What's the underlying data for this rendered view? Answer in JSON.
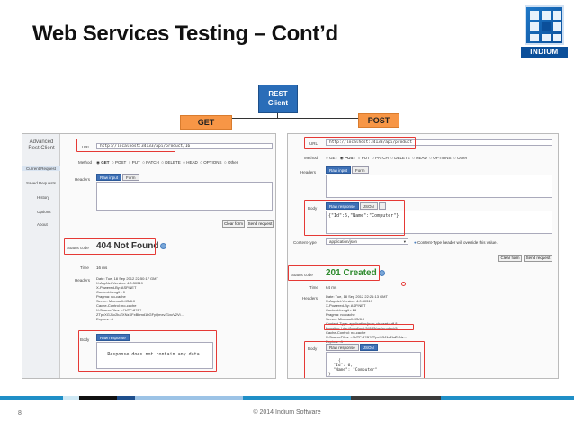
{
  "slide": {
    "title": "Web Services Testing – Cont’d",
    "logo_text": "INDIUM",
    "page_number": "8",
    "copyright": "© 2014 Indium Software"
  },
  "diagram": {
    "root_label_line1": "REST",
    "root_label_line2": "Client",
    "left_tag": "GET",
    "right_tag": "POST",
    "colors": {
      "root": "#2a6db8",
      "tag": "#f79646",
      "highlight": "#e53935"
    }
  },
  "get_shot": {
    "app_name": "Advanced Rest Client",
    "nav": [
      "Current Request",
      "Saved Requests",
      "History",
      "Options",
      "About"
    ],
    "url_label": "URL",
    "url_value": "http://localhost:34133/api/product/16",
    "method_label": "Method",
    "methods": [
      "GET",
      "POST",
      "PUT",
      "PATCH",
      "DELETE",
      "HEAD",
      "OPTIONS",
      "Other"
    ],
    "headers_label": "Headers",
    "tabs": [
      "Raw input",
      "Form"
    ],
    "clear_button": "Clear form",
    "send_button": "Send request",
    "status_label": "Status code",
    "status_text": "404 Not Found",
    "time_label": "Time",
    "time_value": "16 ms",
    "resp_headers_label": "Headers",
    "resp_headers": "Date: Tue, 18 Sep 2012 22:50:17 GMT\nX-AspNet-Version: 4.0.30319\nX-Powered-By: ASP.NET\nContent-Length: 0\nPragma: no-cache\nServer: Microsoft-IIS/8.0\nCache-Control: no-cache\nX-SourceFiles: =?UTF-8?B?\nZTpcXGJ1c2luZXNzXFxBbmd1bGFyQmxvZ1xcV2Vi...\nExpires: -1",
    "body_label": "Body",
    "body_tab": "Raw response",
    "body_text": "Response does not contain any data."
  },
  "post_shot": {
    "url_label": "URL",
    "url_value": "http://localhost:34133/api/product",
    "method_label": "Method",
    "methods": [
      "GET",
      "POST",
      "PUT",
      "PATCH",
      "DELETE",
      "HEAD",
      "OPTIONS",
      "Other"
    ],
    "headers_label": "Headers",
    "tabs": [
      "Raw input",
      "Form"
    ],
    "body_label": "Body",
    "body_tabs": [
      "Raw response",
      "JSON"
    ],
    "body_value": "{\"Id\":6,\"Name\":\"Computer\"}",
    "content_type_label": "Content-type",
    "content_type_value": "application/json",
    "content_type_note": "Content-Type header will override this value.",
    "clear_button": "Clear form",
    "send_button": "Send request",
    "status_label": "Status code",
    "status_text": "201 Created",
    "time_label": "Time",
    "time_value": "64 ms",
    "resp_headers_label": "Headers",
    "resp_headers": "Date: Tue, 18 Sep 2012 22:21:13 GMT\nX-AspNet-Version: 4.0.30319\nX-Powered-By: ASP.NET\nContent-Length: 26\nPragma: no-cache\nServer: Microsoft-IIS/8.0\nContent-Type: application/json; charset=utf-8\nLocation: http://localhost:34133/api/product/6\nCache-Control: no-cache\nX-SourceFiles: =?UTF-8?B?ZTpcXGJ1c2luZXNz...\nExpires: -1",
    "body_json": "{\n  \"Id\": 6,\n  \"Name\": \"Computer\"\n}"
  }
}
